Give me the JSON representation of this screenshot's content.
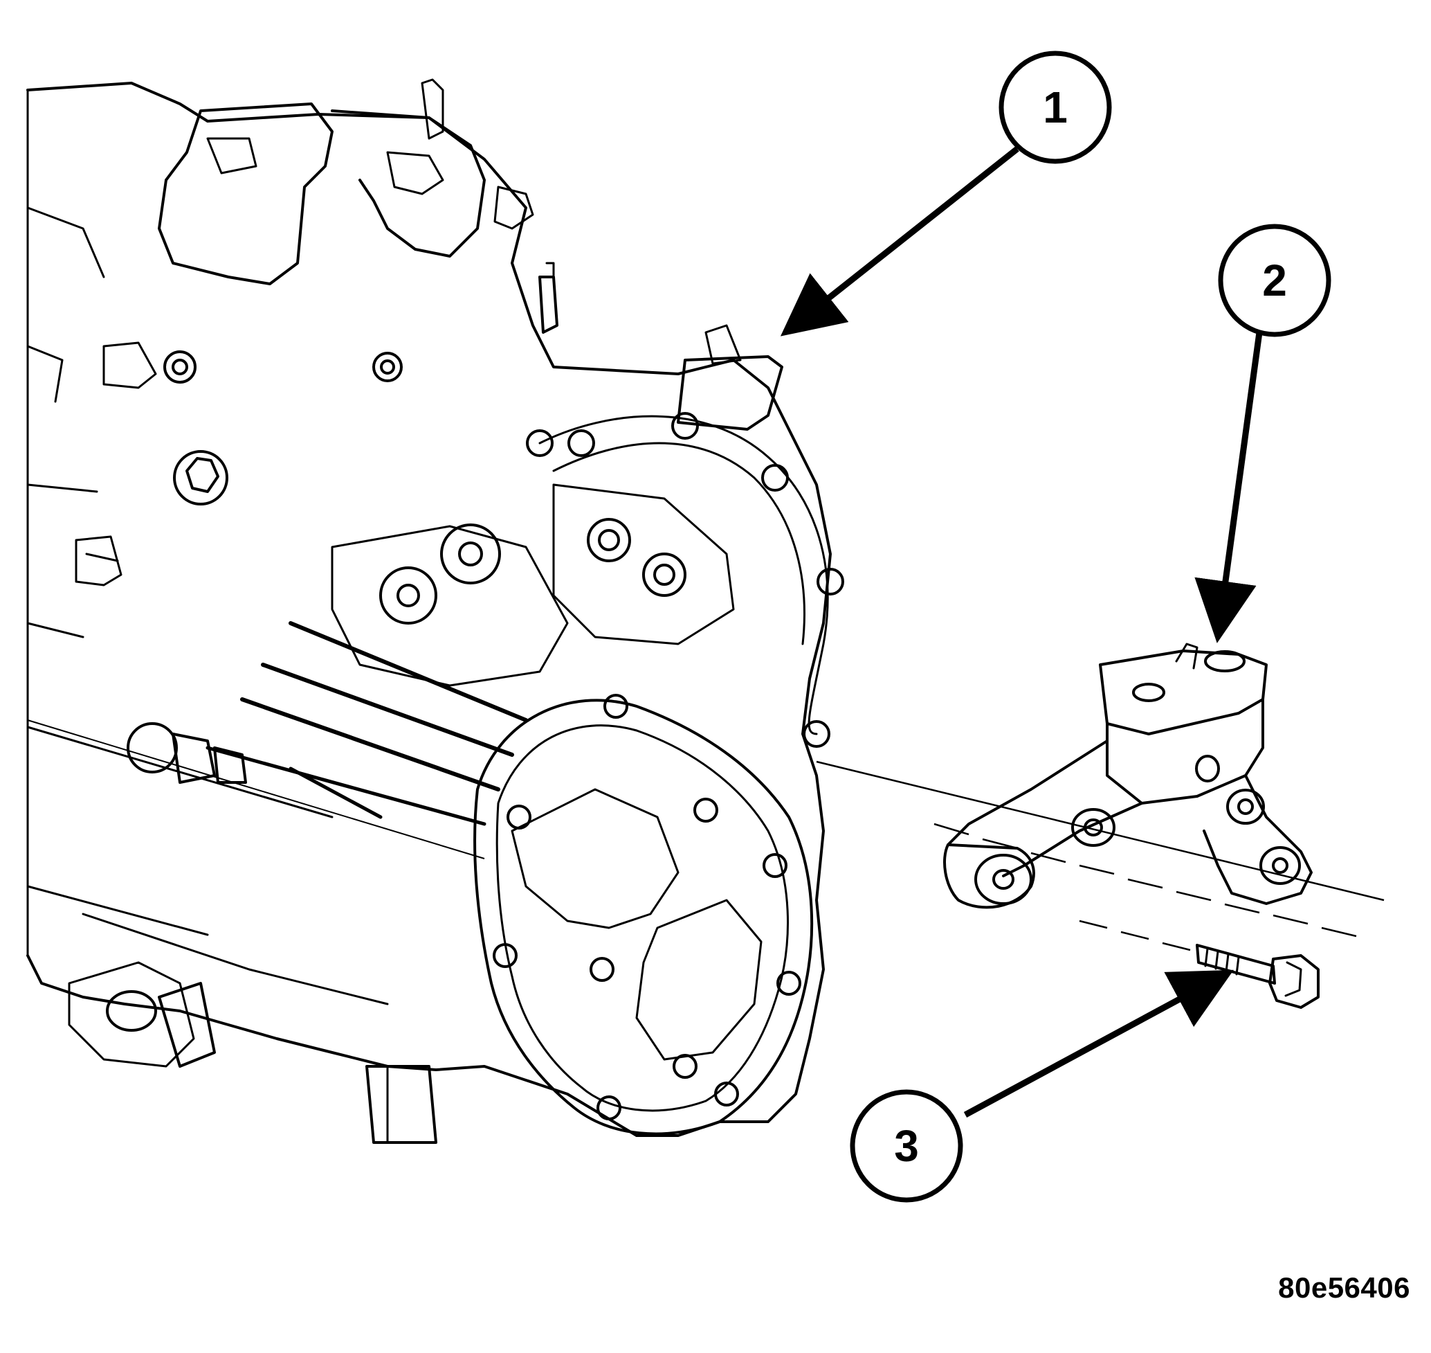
{
  "figure": {
    "callouts": [
      {
        "number": "1",
        "icon": "callout-circle-icon"
      },
      {
        "number": "2",
        "icon": "callout-circle-icon"
      },
      {
        "number": "3",
        "icon": "callout-circle-icon"
      }
    ],
    "figure_code": "80e56406",
    "colors": {
      "line": "#000000",
      "background": "#ffffff"
    }
  }
}
